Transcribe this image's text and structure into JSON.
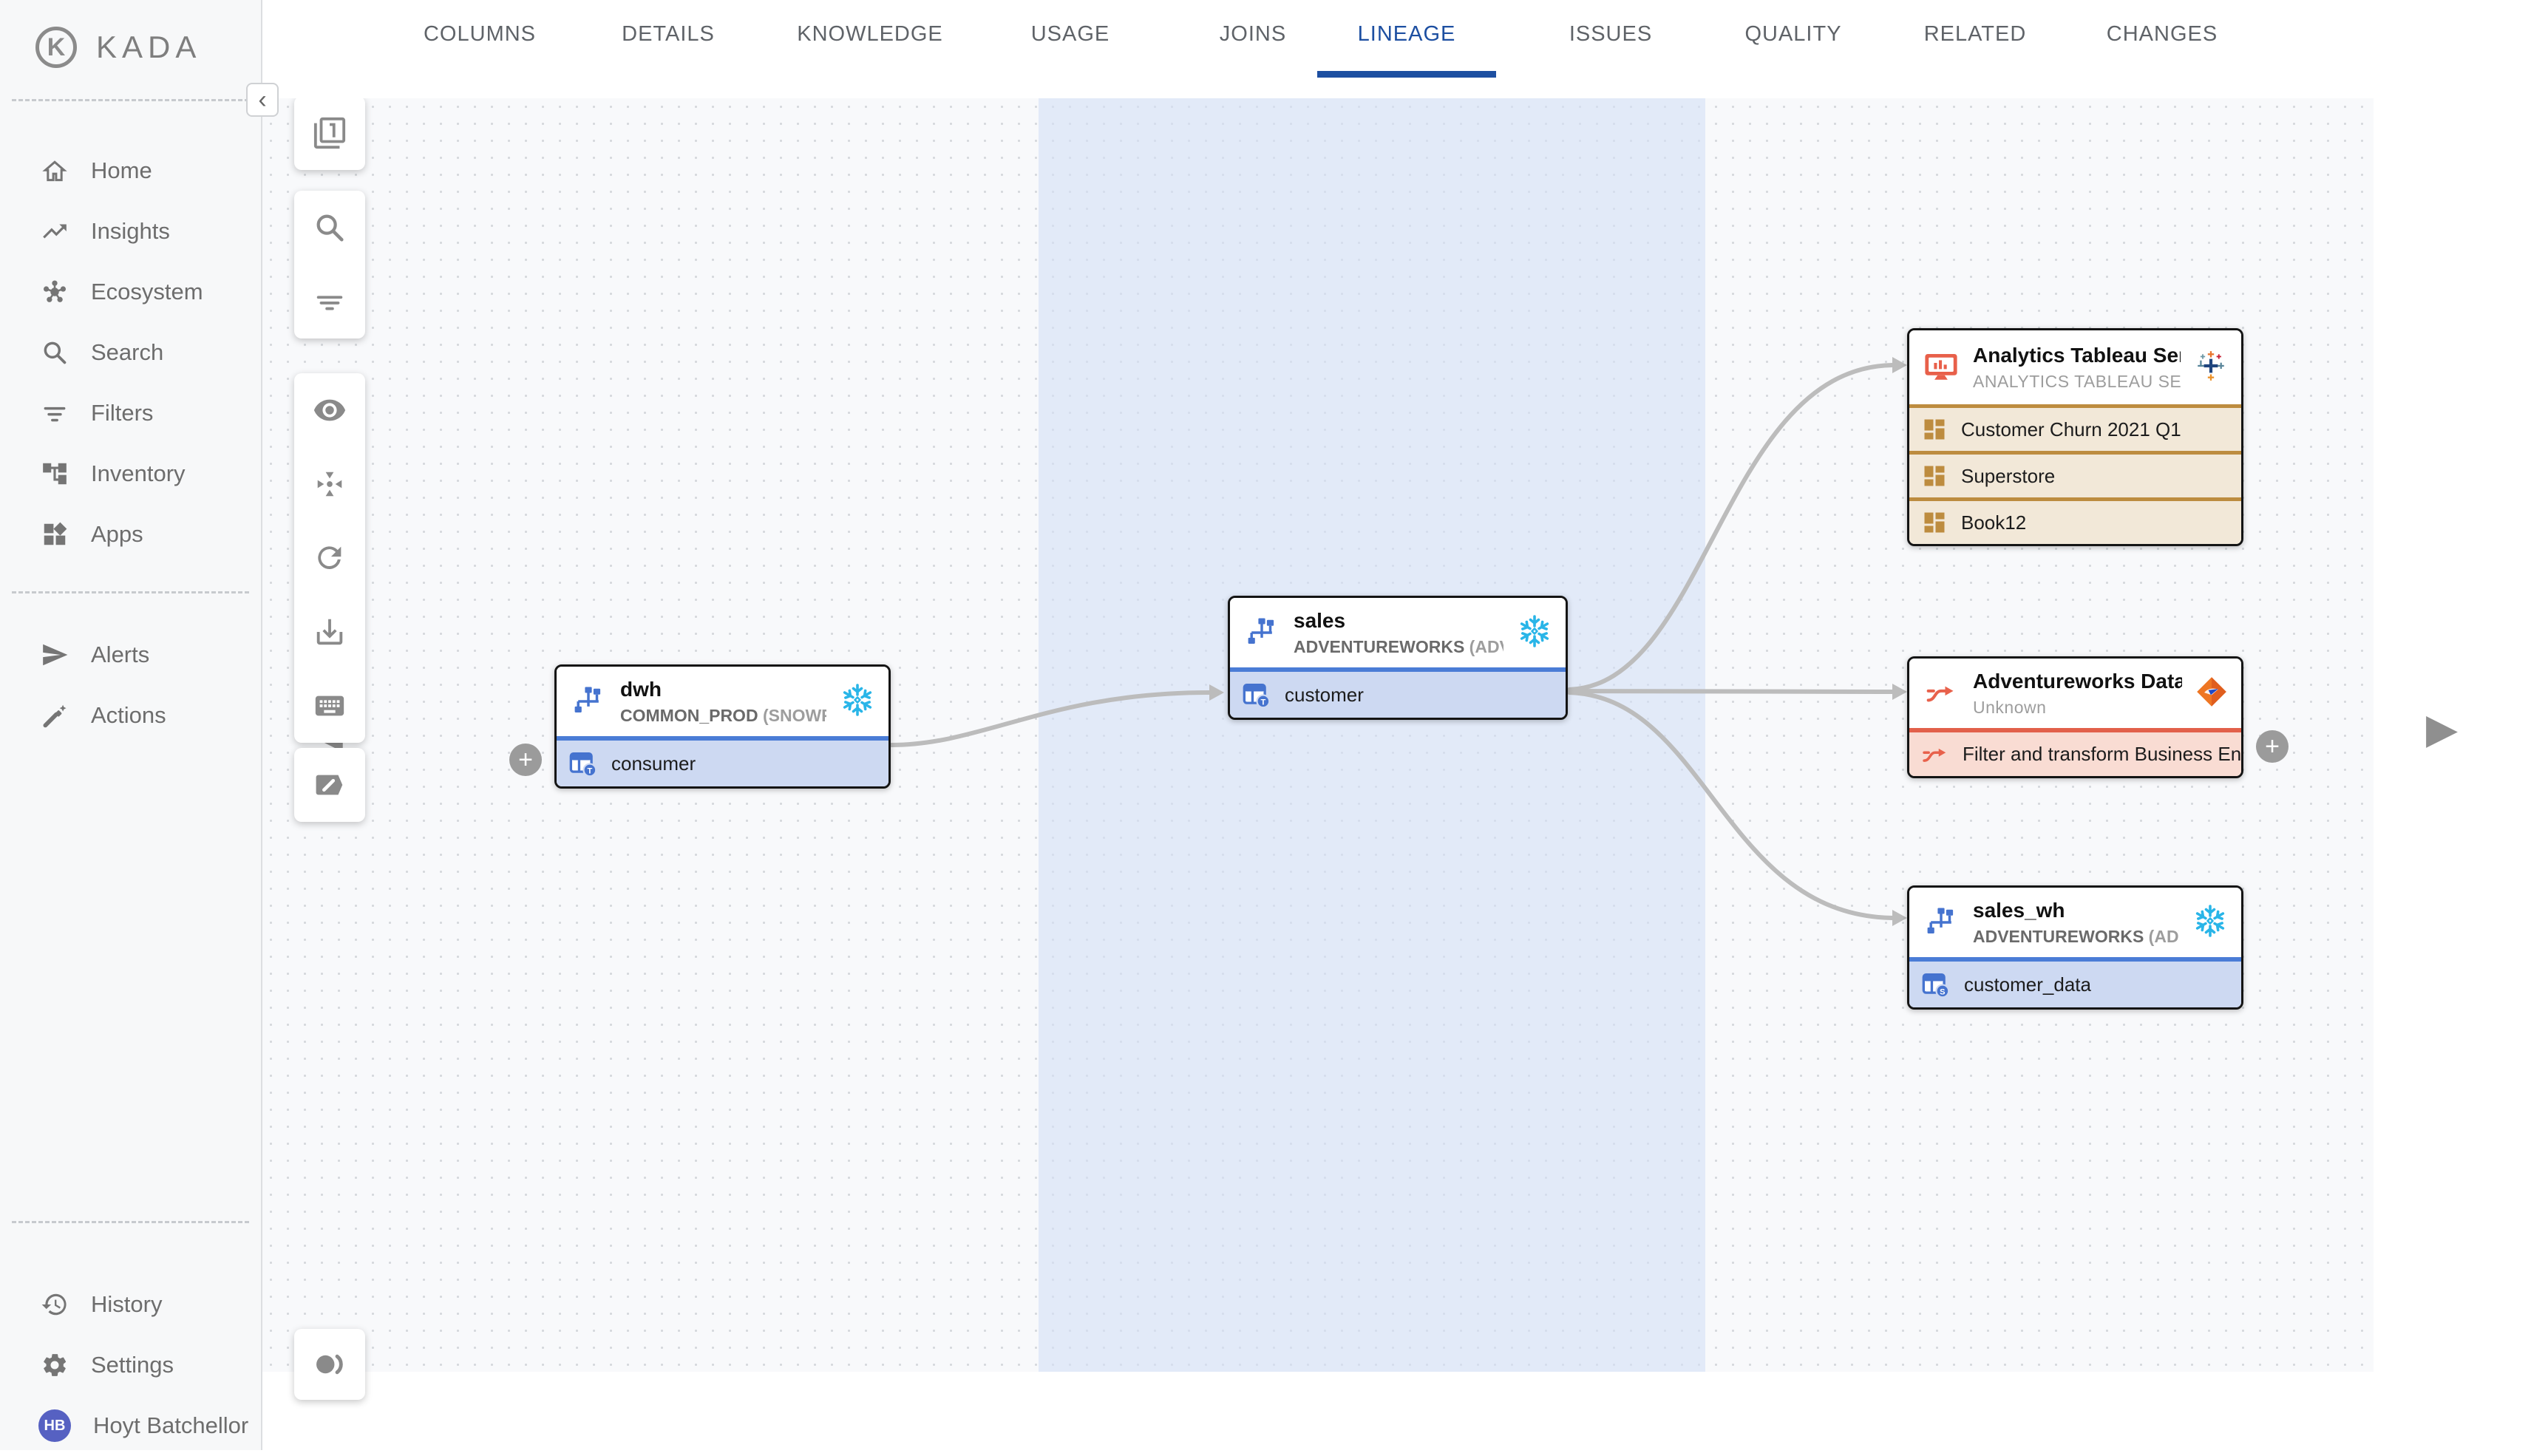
{
  "brand": {
    "name": "KADA"
  },
  "sidebar": {
    "items": [
      {
        "label": "Home"
      },
      {
        "label": "Insights"
      },
      {
        "label": "Ecosystem"
      },
      {
        "label": "Search"
      },
      {
        "label": "Filters"
      },
      {
        "label": "Inventory"
      },
      {
        "label": "Apps"
      }
    ],
    "secondary": [
      {
        "label": "Alerts"
      },
      {
        "label": "Actions"
      }
    ],
    "footer": [
      {
        "label": "History"
      },
      {
        "label": "Settings"
      }
    ],
    "user": {
      "initials": "HB",
      "name": "Hoyt Batchellor",
      "avatar_color": "#5661c2"
    }
  },
  "tabs": {
    "active": "LINEAGE",
    "items": [
      {
        "label": "COLUMNS"
      },
      {
        "label": "DETAILS"
      },
      {
        "label": "KNOWLEDGE"
      },
      {
        "label": "USAGE"
      },
      {
        "label": "JOINS"
      },
      {
        "label": "LINEAGE"
      },
      {
        "label": "ISSUES"
      },
      {
        "label": "QUALITY"
      },
      {
        "label": "RELATED"
      },
      {
        "label": "CHANGES"
      }
    ]
  },
  "glyphs": {
    "plus": "+",
    "collapse": "‹",
    "play": "▶",
    "back": "◀"
  },
  "colors": {
    "accent_blue": "#1d4fa1",
    "snowflake_blue": "#29b5e8",
    "node_icon_blue": "#4573cf",
    "row_blue_bg": "#cdd9f2",
    "row_blue_border": "#4a7cd6",
    "tableau_red": "#e8604a",
    "tan_icon": "#bd8c3f",
    "row_tan_bg": "#f2e8d8",
    "salmon_icon": "#e8614b",
    "row_red_bg": "#f9dcd3",
    "edge_gray": "#bcbcbc"
  },
  "lineage": {
    "nodes": {
      "dwh": {
        "title": "dwh",
        "subtitle_strong": "COMMON_PROD",
        "subtitle_rest": " (SNOWFLAK…",
        "rows": [
          {
            "label": "consumer",
            "badge": "T"
          }
        ]
      },
      "sales": {
        "title": "sales",
        "subtitle_strong": "ADVENTUREWORKS",
        "subtitle_rest": " (ADVENT…",
        "rows": [
          {
            "label": "customer",
            "badge": "T"
          }
        ]
      },
      "tableau": {
        "title": "Analytics Tableau Server",
        "subtitle": "ANALYTICS TABLEAU SERVER",
        "rows": [
          {
            "label": "Customer Churn 2021 Q1"
          },
          {
            "label": "Superstore"
          },
          {
            "label": "Book12"
          }
        ]
      },
      "informatica": {
        "title": "Adventureworks Data Cleansi…",
        "subtitle": "Unknown",
        "rows": [
          {
            "label": "Filter and transform Business Entiti…"
          }
        ]
      },
      "sales_wh": {
        "title": "sales_wh",
        "subtitle_strong": "ADVENTUREWORKS",
        "subtitle_rest": " (ADVENT…",
        "rows": [
          {
            "label": "customer_data",
            "badge": "S"
          }
        ]
      }
    }
  }
}
